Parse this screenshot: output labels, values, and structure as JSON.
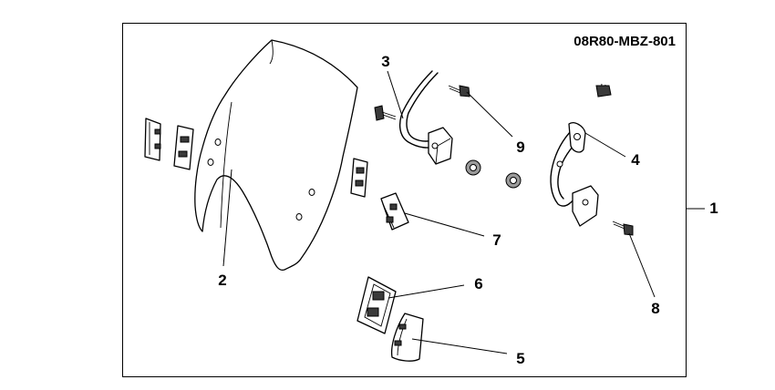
{
  "diagram": {
    "part_code": "08R80-MBZ-801",
    "callouts": [
      {
        "id": "1",
        "label": "1"
      },
      {
        "id": "2",
        "label": "2"
      },
      {
        "id": "3",
        "label": "3"
      },
      {
        "id": "4",
        "label": "4"
      },
      {
        "id": "5",
        "label": "5"
      },
      {
        "id": "6",
        "label": "6"
      },
      {
        "id": "7",
        "label": "7"
      },
      {
        "id": "8",
        "label": "8"
      },
      {
        "id": "9",
        "label": "9"
      }
    ]
  }
}
